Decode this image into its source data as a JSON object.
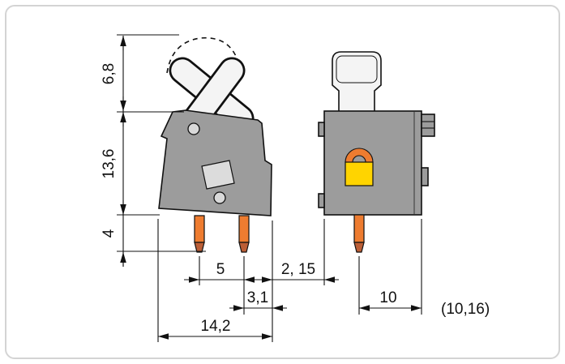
{
  "drawing": {
    "dimensions": {
      "lever_height": "6,8",
      "housing_height": "13,6",
      "pin_length": "4",
      "pin_spacing": "5",
      "pin_edge_offset": "3,1",
      "housing_depth": "14,2",
      "side_offset": "2, 15",
      "pole_spacing": "10",
      "pole_spacing_alt": "(10,16)"
    },
    "colors": {
      "housing_gray": "#9c9c9c",
      "button_white": "#f4f4f4",
      "pin_orange": "#ee7c30",
      "pin_tip": "#bb5e36",
      "indicator_yellow": "#ffd400",
      "indicator_orange": "#ee7c30",
      "detail_light": "#dcdcdc",
      "frame_gray": "#d4d4d4",
      "line": "#111111"
    }
  }
}
